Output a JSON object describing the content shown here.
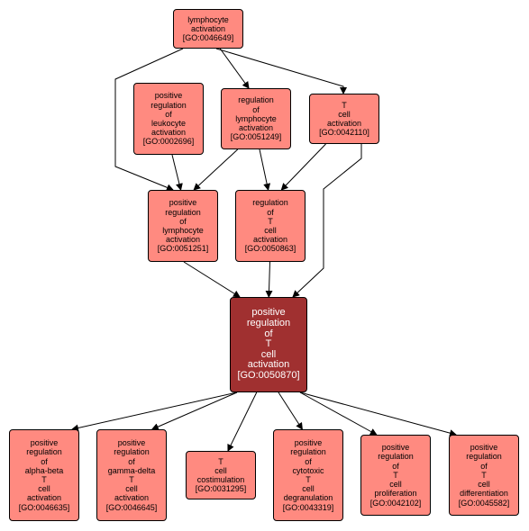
{
  "diagram": {
    "colors": {
      "node_fill": "#ff8a80",
      "focus_fill": "#a03030",
      "border": "#000000",
      "edge": "#000000"
    },
    "nodes": [
      {
        "id": "GO:0046649",
        "lines": [
          "lymphocyte",
          "activation",
          "[GO:0046649]"
        ]
      },
      {
        "id": "GO:0002696",
        "lines": [
          "positive",
          "regulation",
          "of",
          "leukocyte",
          "activation",
          "[GO:0002696]"
        ]
      },
      {
        "id": "GO:0051249",
        "lines": [
          "regulation",
          "of",
          "lymphocyte",
          "activation",
          "[GO:0051249]"
        ]
      },
      {
        "id": "GO:0042110",
        "lines": [
          "T",
          "cell",
          "activation",
          "[GO:0042110]"
        ]
      },
      {
        "id": "GO:0051251",
        "lines": [
          "positive",
          "regulation",
          "of",
          "lymphocyte",
          "activation",
          "[GO:0051251]"
        ]
      },
      {
        "id": "GO:0050863",
        "lines": [
          "regulation",
          "of",
          "T",
          "cell",
          "activation",
          "[GO:0050863]"
        ]
      },
      {
        "id": "GO:0050870",
        "lines": [
          "positive",
          "regulation",
          "of",
          "T",
          "cell",
          "activation",
          "[GO:0050870]"
        ],
        "focus": true
      },
      {
        "id": "GO:0046635",
        "lines": [
          "positive",
          "regulation",
          "of",
          "alpha-beta",
          "T",
          "cell",
          "activation",
          "[GO:0046635]"
        ]
      },
      {
        "id": "GO:0046645",
        "lines": [
          "positive",
          "regulation",
          "of",
          "gamma-delta",
          "T",
          "cell",
          "activation",
          "[GO:0046645]"
        ]
      },
      {
        "id": "GO:0031295",
        "lines": [
          "T",
          "cell",
          "costimulation",
          "[GO:0031295]"
        ]
      },
      {
        "id": "GO:0043319",
        "lines": [
          "positive",
          "regulation",
          "of",
          "cytotoxic",
          "T",
          "cell",
          "degranulation",
          "[GO:0043319]"
        ]
      },
      {
        "id": "GO:0042102",
        "lines": [
          "positive",
          "regulation",
          "of",
          "T",
          "cell",
          "proliferation",
          "[GO:0042102]"
        ]
      },
      {
        "id": "GO:0045582",
        "lines": [
          "positive",
          "regulation",
          "of",
          "T",
          "cell",
          "differentiation",
          "[GO:0045582]"
        ]
      }
    ],
    "edges": [
      {
        "from": "GO:0046649",
        "to": "GO:0051251"
      },
      {
        "from": "GO:0046649",
        "to": "GO:0051249"
      },
      {
        "from": "GO:0046649",
        "to": "GO:0042110"
      },
      {
        "from": "GO:0002696",
        "to": "GO:0051251"
      },
      {
        "from": "GO:0051249",
        "to": "GO:0051251"
      },
      {
        "from": "GO:0051249",
        "to": "GO:0050863"
      },
      {
        "from": "GO:0042110",
        "to": "GO:0050863"
      },
      {
        "from": "GO:0042110",
        "to": "GO:0050870"
      },
      {
        "from": "GO:0051251",
        "to": "GO:0050870"
      },
      {
        "from": "GO:0050863",
        "to": "GO:0050870"
      },
      {
        "from": "GO:0050870",
        "to": "GO:0046635"
      },
      {
        "from": "GO:0050870",
        "to": "GO:0046645"
      },
      {
        "from": "GO:0050870",
        "to": "GO:0031295"
      },
      {
        "from": "GO:0050870",
        "to": "GO:0043319"
      },
      {
        "from": "GO:0050870",
        "to": "GO:0042102"
      },
      {
        "from": "GO:0050870",
        "to": "GO:0045582"
      }
    ]
  }
}
